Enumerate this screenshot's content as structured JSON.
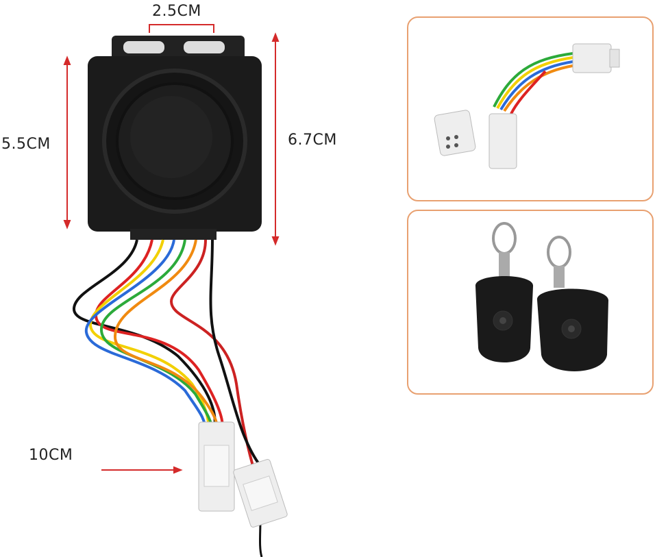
{
  "dimensions": {
    "width_label": "2.5CM",
    "height_left_label": "5.5CM",
    "height_right_label": "6.7CM",
    "cable_label": "10CM"
  },
  "colors": {
    "arrow": "#d42a2a",
    "panel_border": "#e8a070",
    "device": "#1b1b1b"
  },
  "panels": [
    {
      "name": "connector-harness"
    },
    {
      "name": "remote-controls"
    }
  ]
}
